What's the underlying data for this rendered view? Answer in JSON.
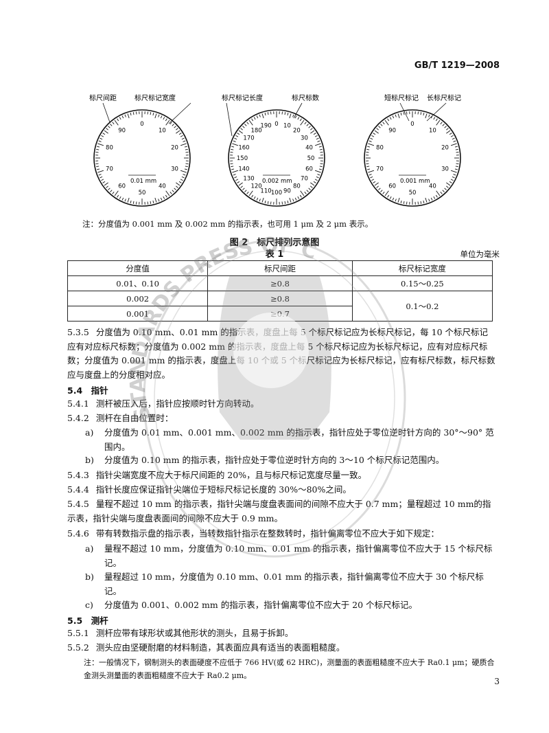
{
  "header": {
    "standard": "GB/T 1219—2008"
  },
  "figure": {
    "dial1": {
      "labels": [
        "标尺间距",
        "标尺标记宽度"
      ],
      "numbers_top": "0",
      "face": "0.01 mm",
      "ticks": [
        "90",
        "0",
        "10",
        "80",
        "20",
        "70",
        "30",
        "60",
        "40",
        "50"
      ]
    },
    "dial2": {
      "labels": [
        "标尺标记长度",
        "标尺标数"
      ],
      "face": "0.002 mm",
      "ticks": [
        "190",
        "0",
        "10",
        "180",
        "20",
        "170",
        "30",
        "160",
        "40",
        "150",
        "50",
        "140",
        "60",
        "130",
        "70",
        "120",
        "80",
        "110",
        "100",
        "90"
      ]
    },
    "dial3": {
      "labels": [
        "短标尺标记",
        "长标尺标记"
      ],
      "face": "0.001 mm",
      "ticks": [
        "0",
        "90",
        "10",
        "80",
        "20",
        "70",
        "30",
        "60",
        "40",
        "50"
      ]
    },
    "note": "注：分度值为 0.001 mm 及 0.002 mm 的指示表，也可用 1 μm 及 2 μm 表示。",
    "caption": "图 2　标尺排列示意图"
  },
  "table1": {
    "caption": "表 1",
    "unit": "单位为毫米",
    "headers": [
      "分度值",
      "标尺间距",
      "标尺标记宽度"
    ],
    "rows": [
      [
        "0.01、0.10",
        "≥0.8",
        "0.15～0.25"
      ],
      [
        "0.002",
        "≥0.8",
        "0.1～0.2"
      ],
      [
        "0.001",
        "≥0.7",
        ""
      ]
    ]
  },
  "body": {
    "p535": {
      "num": "5.3.5",
      "text": "分度值为 0.10 mm、0.01 mm 的指示表，度盘上每 5 个标尺标记应为长标尺标记，每 10 个标尺标记应有对应标尺标数；分度值为 0.002 mm 的指示表，度盘上每 5 个标尺标记应为长标尺标记，应有对应标尺标数；分度值为 0.001 mm 的指示表，度盘上每 10 个或 5 个标尺标记应为长标尺标记，应有标尺标数，标尺标数应与度盘上的分度相对应。"
    },
    "h54": "5.4　指针",
    "p541": {
      "num": "5.4.1",
      "text": "测杆被压入后，指针应按顺时针方向转动。"
    },
    "p542": {
      "num": "5.4.2",
      "text": "测杆在自由位置时："
    },
    "p542a": {
      "lbl": "a)",
      "text": "分度值为 0.01 mm、0.001 mm、0.002 mm 的指示表，指针应处于零位逆时针方向的 30°～90° 范围内。"
    },
    "p542b": {
      "lbl": "b)",
      "text": "分度值为 0.10 mm 的指示表，指针应处于零位逆时针方向的 3～10 个标尺标记范围内。"
    },
    "p543": {
      "num": "5.4.3",
      "text": "指针尖端宽度不应大于标尺间距的 20%，且与标尺标记宽度尽量一致。"
    },
    "p544": {
      "num": "5.4.4",
      "text": "指针长度应保证指针尖端位于短标尺标记长度的 30%～80%之间。"
    },
    "p545": {
      "num": "5.4.5",
      "text": "量程不超过 10 mm 的指示表，指针尖端与度盘表面间的间隙不应大于 0.7 mm；量程超过 10 mm的指示表，指针尖端与度盘表面间的间隙不应大于 0.9 mm。"
    },
    "p546": {
      "num": "5.4.6",
      "text": "带有转数指示盘的指示表，当转数指针指示在整数转时，指针偏离零位不应大于如下规定："
    },
    "p546a": {
      "lbl": "a)",
      "text": "量程不超过 10 mm，分度值为 0.10 mm、0.01 mm 的指示表，指针偏离零位不应大于 15 个标尺标记。"
    },
    "p546b": {
      "lbl": "b)",
      "text": "量程超过 10 mm，分度值为 0.10 mm、0.01 mm 的指示表，指针偏离零位不应大于 30 个标尺标记。"
    },
    "p546c": {
      "lbl": "c)",
      "text": "分度值为 0.001、0.002 mm 的指示表，指针偏离零位不应大于 20 个标尺标记。"
    },
    "h55": "5.5　测杆",
    "p551": {
      "num": "5.5.1",
      "text": "测杆应带有球形状或其他形状的测头，且易于拆卸。"
    },
    "p552": {
      "num": "5.5.2",
      "text": "测头应由坚硬耐磨的材料制造，其表面应具有适当的表面粗糙度。"
    },
    "note552": "注：一般情况下，钢制测头的表面硬度不应低于 766 HV(或 62 HRC)，测量面的表面粗糙度不应大于 Ra0.1 μm；硬质合金测头测量面的表面粗糙度不应大于 Ra0.2 μm。"
  },
  "watermark": {
    "text": "STANDARDS PRESS OF CHINA"
  },
  "footer": {
    "page": "3"
  }
}
